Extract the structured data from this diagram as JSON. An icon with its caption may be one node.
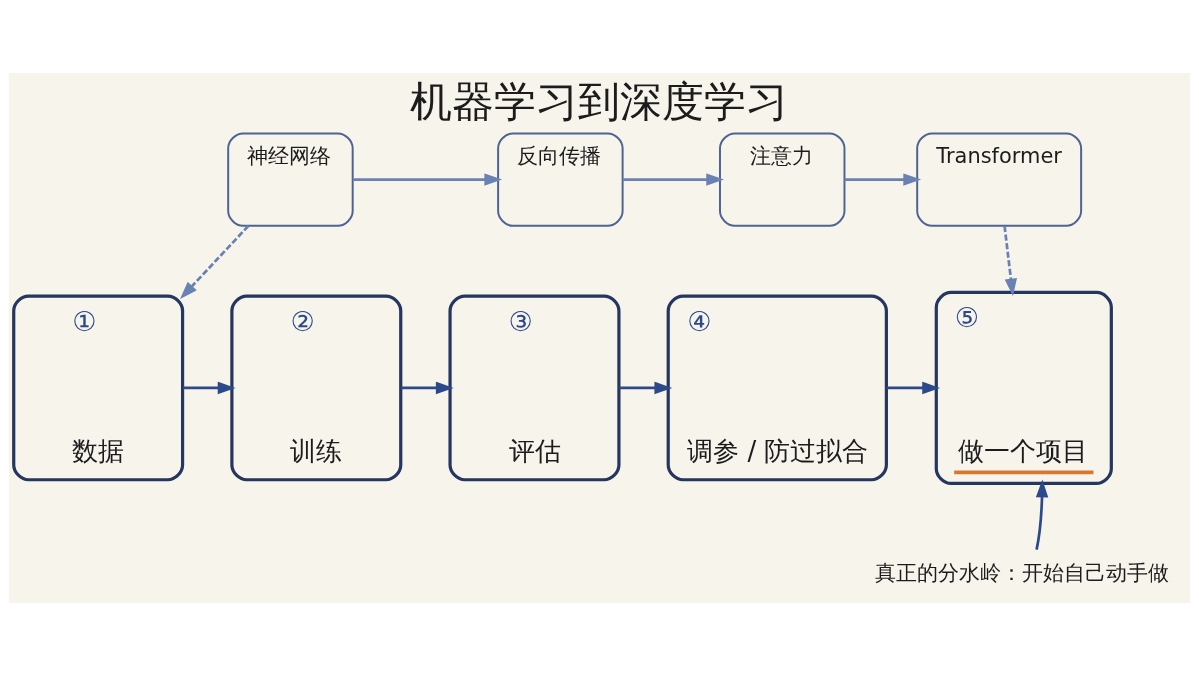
{
  "diagram": {
    "title": "机器学习到深度学习",
    "nodes": [
      {
        "text": [
          "神经网络"
        ]
      },
      {
        "text": [
          "反向传播"
        ]
      },
      {
        "text": [
          "注意力"
        ]
      },
      {
        "text": [
          "Transformer"
        ]
      },
      {
        "text": [
          "①",
          "数据"
        ]
      },
      {
        "text": [
          "②",
          "训练"
        ]
      },
      {
        "text": [
          "③",
          "评估"
        ]
      },
      {
        "text": [
          "④",
          "调参 / 防过拟合"
        ]
      },
      {
        "text": [
          "⑤",
          "做一个项目"
        ]
      },
      {
        "text": [
          "真正的分水岭：开始自己动手做"
        ]
      }
    ],
    "edges": [
      {
        "from": 0,
        "to": 1,
        "arrow": "to",
        "color": "#6a82b3"
      },
      {
        "from": 1,
        "to": 2,
        "arrow": "to",
        "color": "#6a82b3"
      },
      {
        "from": 2,
        "to": 3,
        "arrow": "to",
        "color": "#6a82b3"
      },
      {
        "from": 0,
        "to": 4,
        "arrow": "to",
        "style": "dashed",
        "color": "#6a82b3"
      },
      {
        "from": 3,
        "to": 8,
        "arrow": "to",
        "style": "dashed",
        "color": "#6a82b3"
      },
      {
        "from": 4,
        "to": 5,
        "arrow": "to"
      },
      {
        "from": 5,
        "to": 6,
        "arrow": "to"
      },
      {
        "from": 6,
        "to": 7,
        "arrow": "to"
      },
      {
        "from": 7,
        "to": 8,
        "arrow": "to"
      },
      {
        "from": 9,
        "to": 8,
        "arrow": "to"
      }
    ]
  }
}
